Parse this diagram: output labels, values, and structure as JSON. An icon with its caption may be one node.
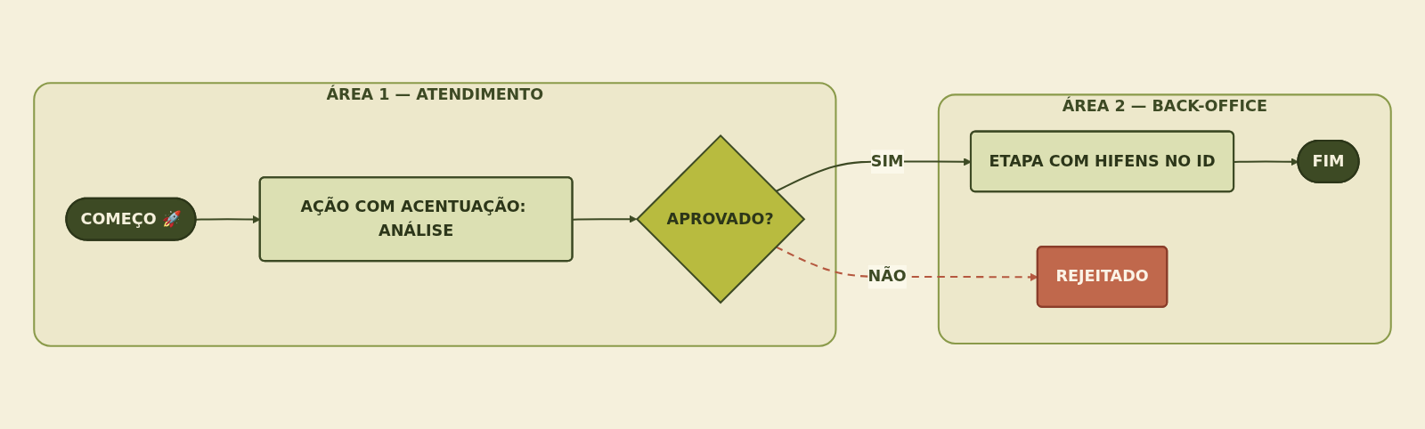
{
  "diagram": {
    "nodes": [
      {
        "text": [
          "ÁREA 1 — ATENDIMENTO"
        ]
      },
      {
        "text": [
          "COMEÇO 🚀"
        ],
        "in": 0
      },
      {
        "text": [
          "AÇÃO COM ACENTUAÇÃO: ANÁLISE"
        ],
        "in": 0
      },
      {
        "text": [
          "APROVADO?"
        ],
        "in": 0
      },
      {
        "text": [
          "ÁREA 2 — BACK-OFFICE"
        ]
      },
      {
        "text": [
          "ETAPA COM HIFENS NO ID"
        ],
        "in": 4
      },
      {
        "text": [
          "FIM"
        ],
        "in": 4
      },
      {
        "text": [
          "REJEITADO"
        ],
        "in": 4
      }
    ],
    "edges": [
      {
        "from": 1,
        "to": 2,
        "arrow": "to"
      },
      {
        "from": 2,
        "to": 3,
        "arrow": "to"
      },
      {
        "from": 3,
        "to": 5,
        "arrow": "to",
        "label": "SIM"
      },
      {
        "from": 5,
        "to": 6,
        "arrow": "to"
      },
      {
        "from": 3,
        "to": 7,
        "arrow": "to",
        "label": "NÃO",
        "style": "dashed",
        "color": "#b5583f"
      }
    ]
  }
}
